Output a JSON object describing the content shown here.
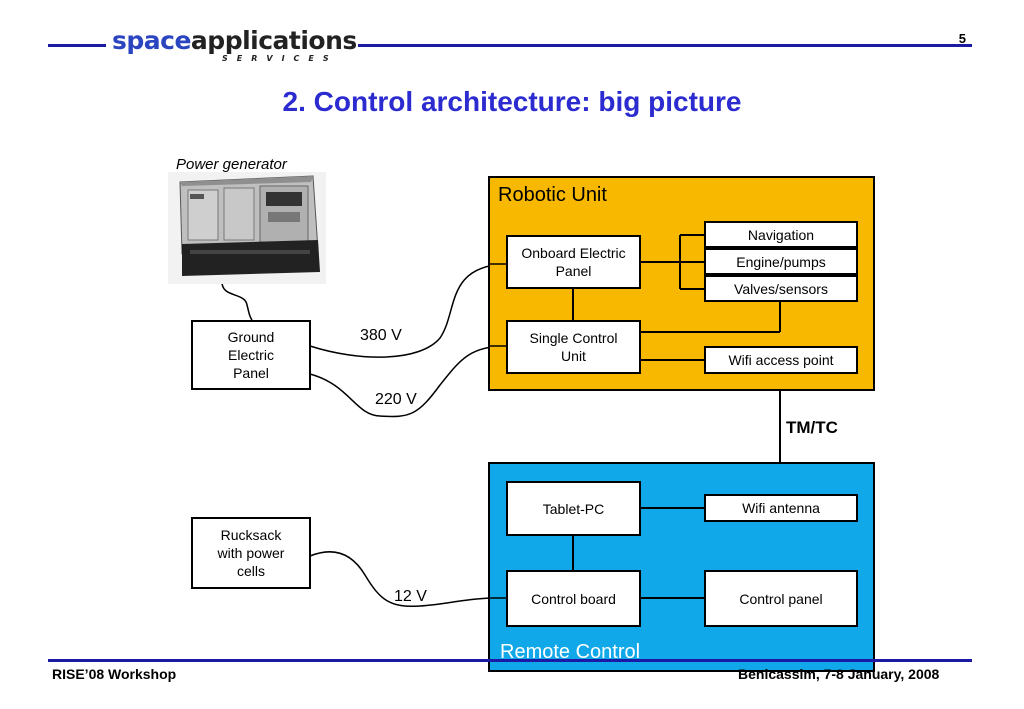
{
  "header": {
    "logo": {
      "part1": "space",
      "part2": "applications",
      "sub": "SERVICES"
    },
    "page_number": "5",
    "title": "2. Control architecture: big picture"
  },
  "footer": {
    "left": "RISE’08 Workshop",
    "right": "Benicassim, 7-8 January, 2008"
  },
  "diagram": {
    "power_generator_caption": "Power generator",
    "ground_panel": "Ground Electric Panel",
    "rucksack": "Rucksack with power cells",
    "voltages": {
      "v380": "380 V",
      "v220": "220 V",
      "v12": "12 V"
    },
    "link_label": "TM/TC",
    "robotic_unit": {
      "label": "Robotic Unit",
      "color": "#f9b800",
      "onboard_panel": "Onboard Electric Panel",
      "single_control_unit": "Single Control Unit",
      "navigation": "Navigation",
      "engine_pumps": "Engine/pumps",
      "valves_sensors": "Valves/sensors",
      "wifi_access_point": "Wifi access point"
    },
    "remote_control": {
      "label": "Remote Control",
      "color": "#10a8e8",
      "tablet_pc": "Tablet-PC",
      "wifi_antenna": "Wifi antenna",
      "control_board": "Control board",
      "control_panel": "Control panel"
    }
  }
}
